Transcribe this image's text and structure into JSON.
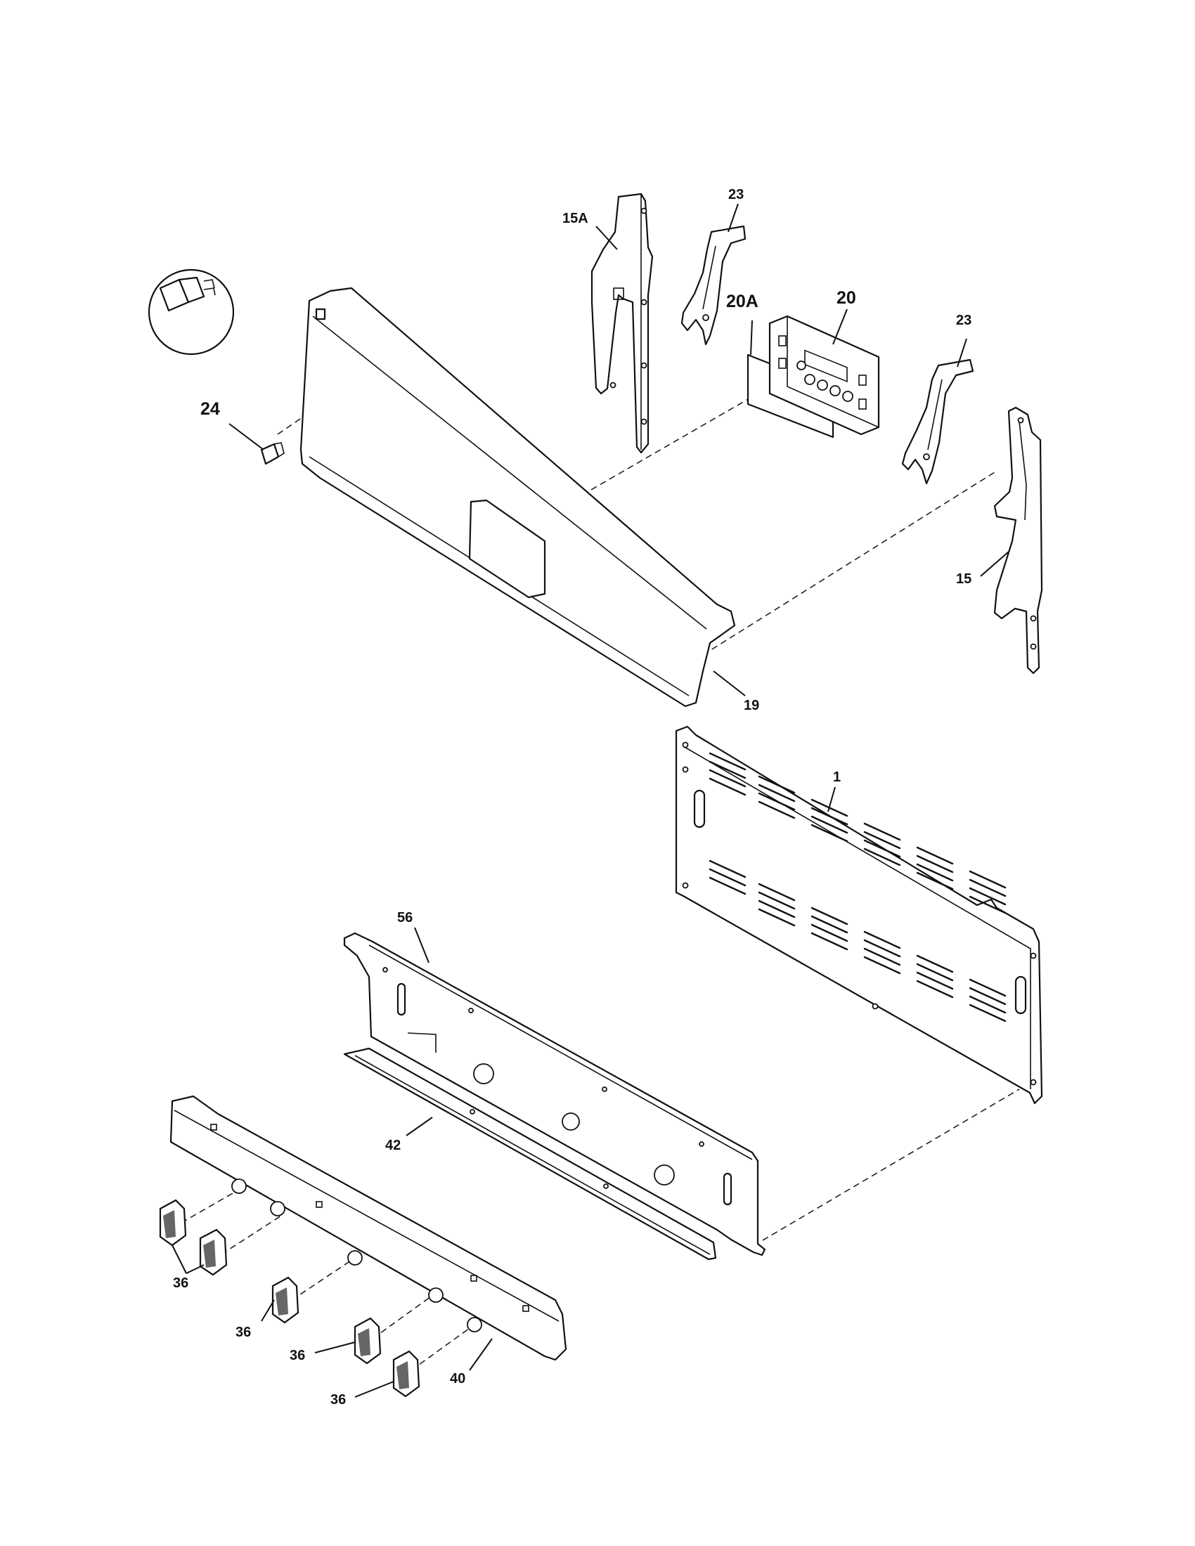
{
  "callouts": {
    "p15A": "15A",
    "p23_top": "23",
    "p20A": "20A",
    "p20": "20",
    "p23_right": "23",
    "p24": "24",
    "p15": "15",
    "p19": "19",
    "p1": "1",
    "p56": "56",
    "p42": "42",
    "p36_a": "36",
    "p36_b": "36",
    "p36_c": "36",
    "p36_d": "36",
    "p40": "40"
  }
}
